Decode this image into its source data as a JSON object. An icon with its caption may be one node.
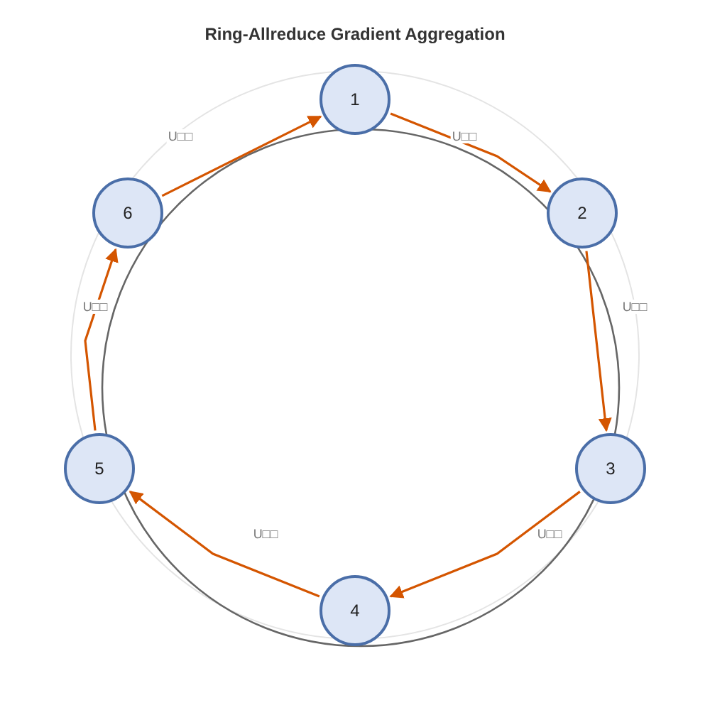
{
  "diagram": {
    "title": "Ring-Allreduce Gradient Aggregation",
    "nodes": [
      {
        "text": [
          "1"
        ]
      },
      {
        "text": [
          "2"
        ]
      },
      {
        "text": [
          "3"
        ]
      },
      {
        "text": [
          "4"
        ]
      },
      {
        "text": [
          "5"
        ]
      },
      {
        "text": [
          "6"
        ]
      }
    ],
    "edges": [
      {
        "from": 0,
        "to": 1,
        "arrow": "to",
        "label": "U□□"
      },
      {
        "from": 1,
        "to": 2,
        "arrow": "to",
        "label": "U□□"
      },
      {
        "from": 2,
        "to": 3,
        "arrow": "to",
        "label": "U□□"
      },
      {
        "from": 3,
        "to": 4,
        "arrow": "to",
        "label": "U□□"
      },
      {
        "from": 4,
        "to": 5,
        "arrow": "to",
        "label": "U□□"
      },
      {
        "from": 5,
        "to": 0,
        "arrow": "to",
        "label": "U□□"
      }
    ]
  }
}
